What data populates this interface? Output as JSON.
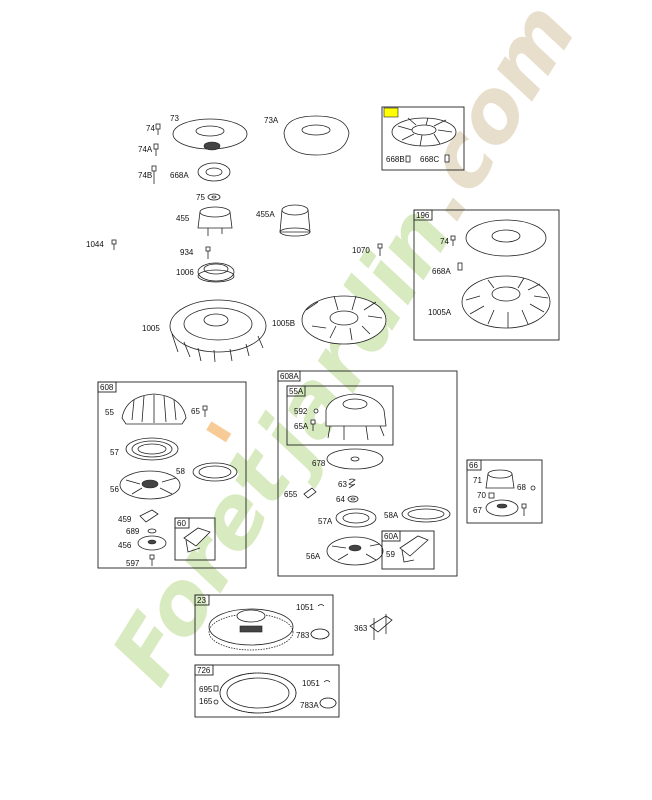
{
  "watermark": {
    "text_green": "Foret",
    "text_orange": "'",
    "text_green2": "jardin",
    "text_tan": ".com",
    "color_green": "#b8d98a",
    "color_orange": "#f0a040",
    "color_tan": "#d4c3a0"
  },
  "highlight_color": "#ffff00",
  "labels": {
    "p74": "74",
    "p73": "73",
    "p73a": "73A",
    "p74a": "74A",
    "p74b": "74B",
    "p668a": "668A",
    "p75": "75",
    "p455": "455",
    "p455a": "455A",
    "p1044": "1044",
    "p934": "934",
    "p1070": "1070",
    "p1006": "1006",
    "p1005": "1005",
    "p1005b": "1005B",
    "p668b": "668B",
    "p668c": "668C",
    "b196": "196",
    "p74_196": "74",
    "p668a_196": "668A",
    "p1005a": "1005A",
    "b608": "608",
    "p55": "55",
    "p65": "65",
    "p57": "57",
    "p58": "58",
    "p56": "56",
    "p459": "459",
    "p689": "689",
    "p456": "456",
    "p597": "597",
    "b60": "60",
    "b608a": "608A",
    "b55a": "55A",
    "p592": "592",
    "p65a": "65A",
    "p678": "678",
    "p655": "655",
    "p63": "63",
    "p64": "64",
    "p57a": "57A",
    "p58a": "58A",
    "p56a": "56A",
    "b60a": "60A",
    "p59": "59",
    "b66": "66",
    "p71": "71",
    "p68": "68",
    "p70": "70",
    "p67": "67",
    "b23": "23",
    "p1051": "1051",
    "p783": "783",
    "p363": "363",
    "b726": "726",
    "p695": "695",
    "p165": "165",
    "p1051b": "1051",
    "p783a": "783A"
  }
}
